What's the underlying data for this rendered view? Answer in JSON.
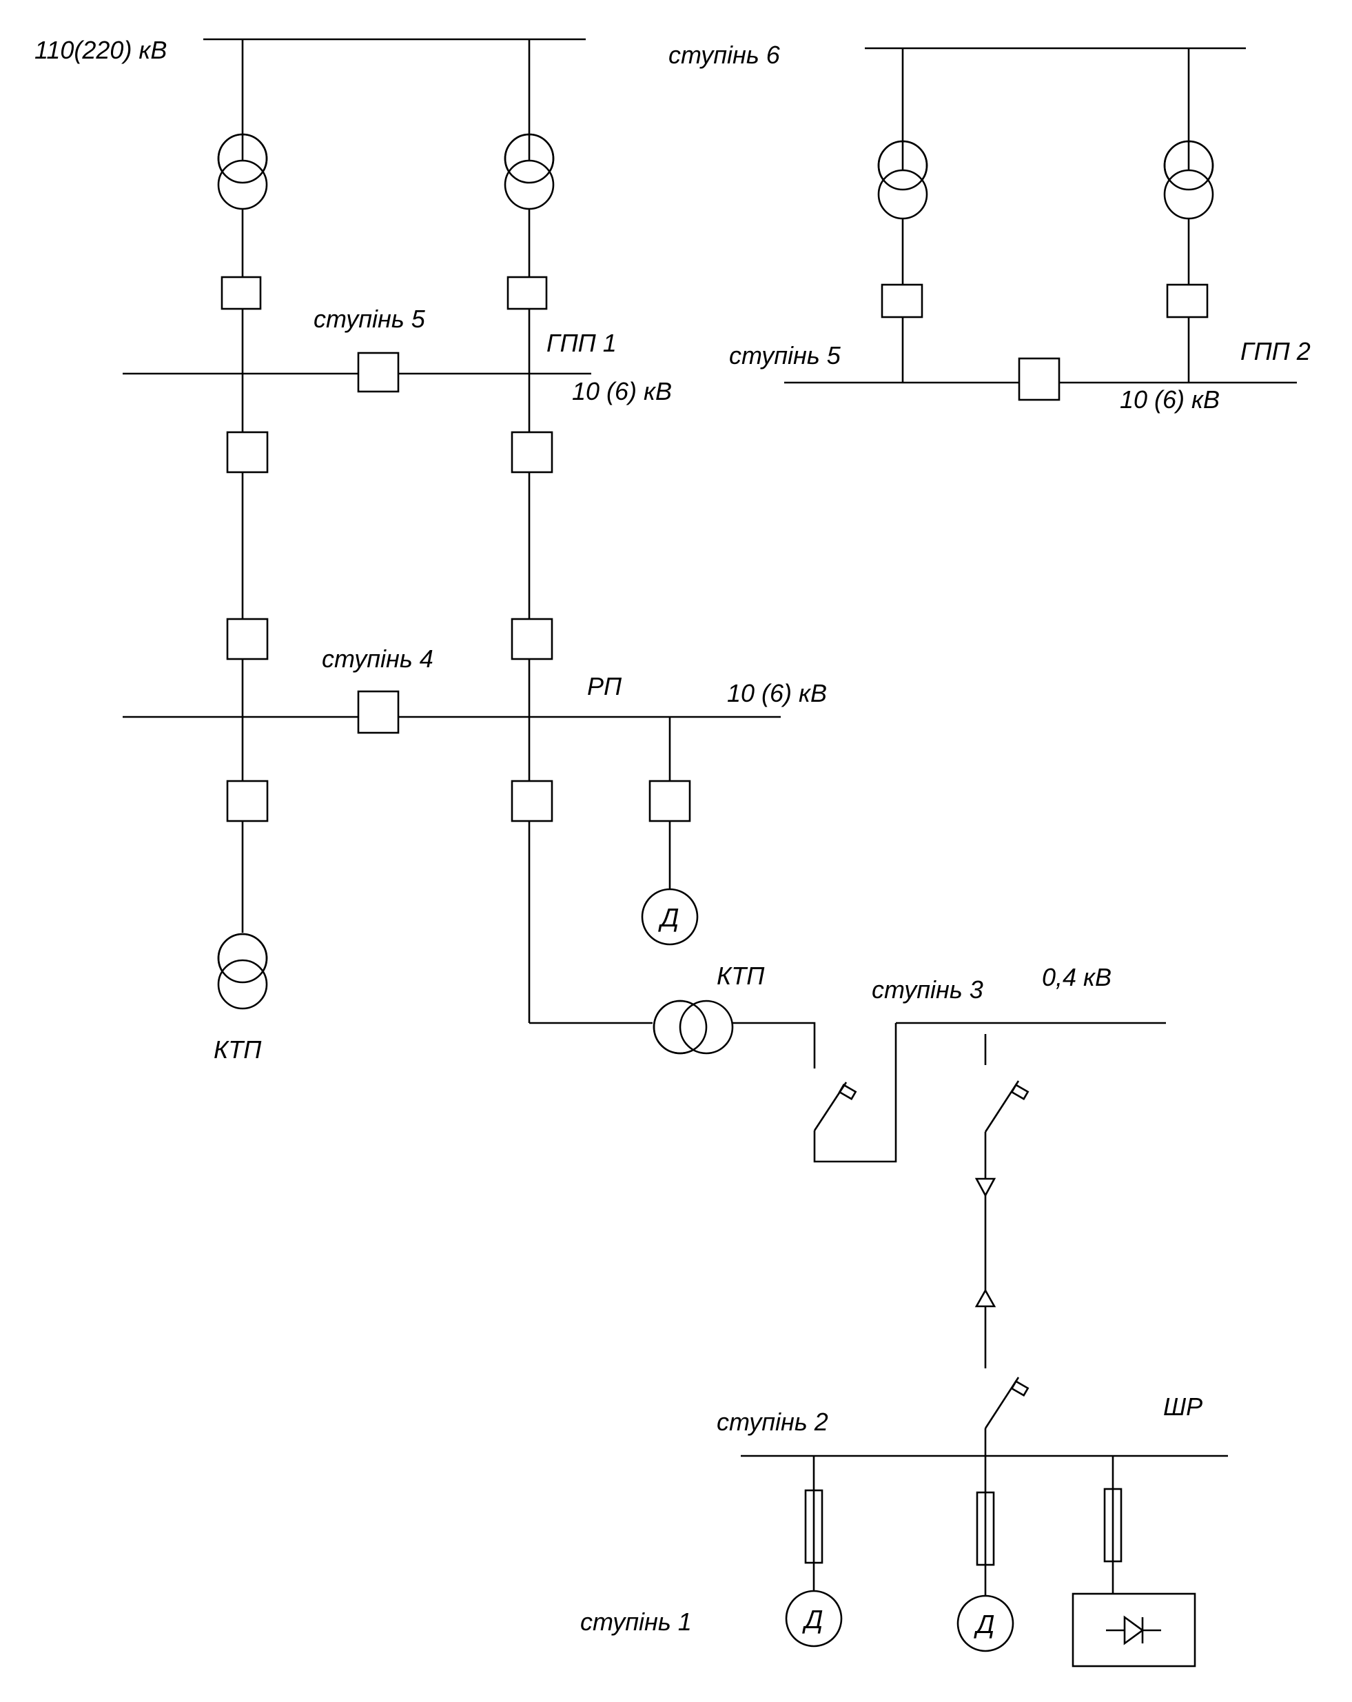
{
  "labels": {
    "hv": "110(220) кВ",
    "stage6": "ступінь 6",
    "stage5_left": "ступінь 5",
    "gpp1": "ГПП 1",
    "gpp1_voltage": "10 (6) кВ",
    "stage5_right": "ступінь 5",
    "gpp2": "ГПП 2",
    "gpp2_voltage": "10 (6) кВ",
    "stage4": "ступінь 4",
    "rp": "РП",
    "rp_voltage": "10 (6) кВ",
    "ktp_left": "КТП",
    "ktp_mid": "КТП",
    "stage3": "ступінь 3",
    "lv": "0,4 кВ",
    "stage2": "ступінь 2",
    "shr": "ШР",
    "stage1": "ступінь 1"
  },
  "devices": {
    "motor_rp": "Д",
    "motor_1": "Д",
    "motor_2": "Д"
  }
}
